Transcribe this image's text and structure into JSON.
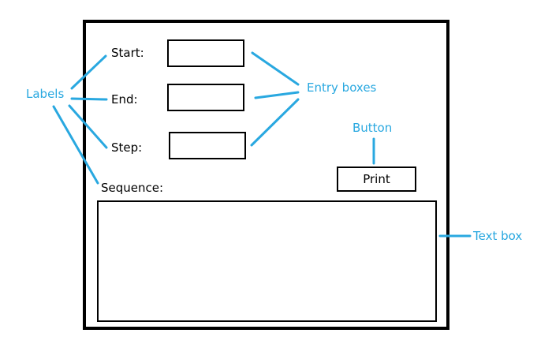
{
  "colors": {
    "annotation": "#29a8e0",
    "frame": "#000000"
  },
  "form": {
    "start_label": "Start:",
    "end_label": "End:",
    "step_label": "Step:",
    "sequence_label": "Sequence:",
    "print_button": "Print"
  },
  "annotations": {
    "labels": "Labels",
    "entry_boxes": "Entry boxes",
    "button": "Button",
    "text_box": "Text box"
  }
}
